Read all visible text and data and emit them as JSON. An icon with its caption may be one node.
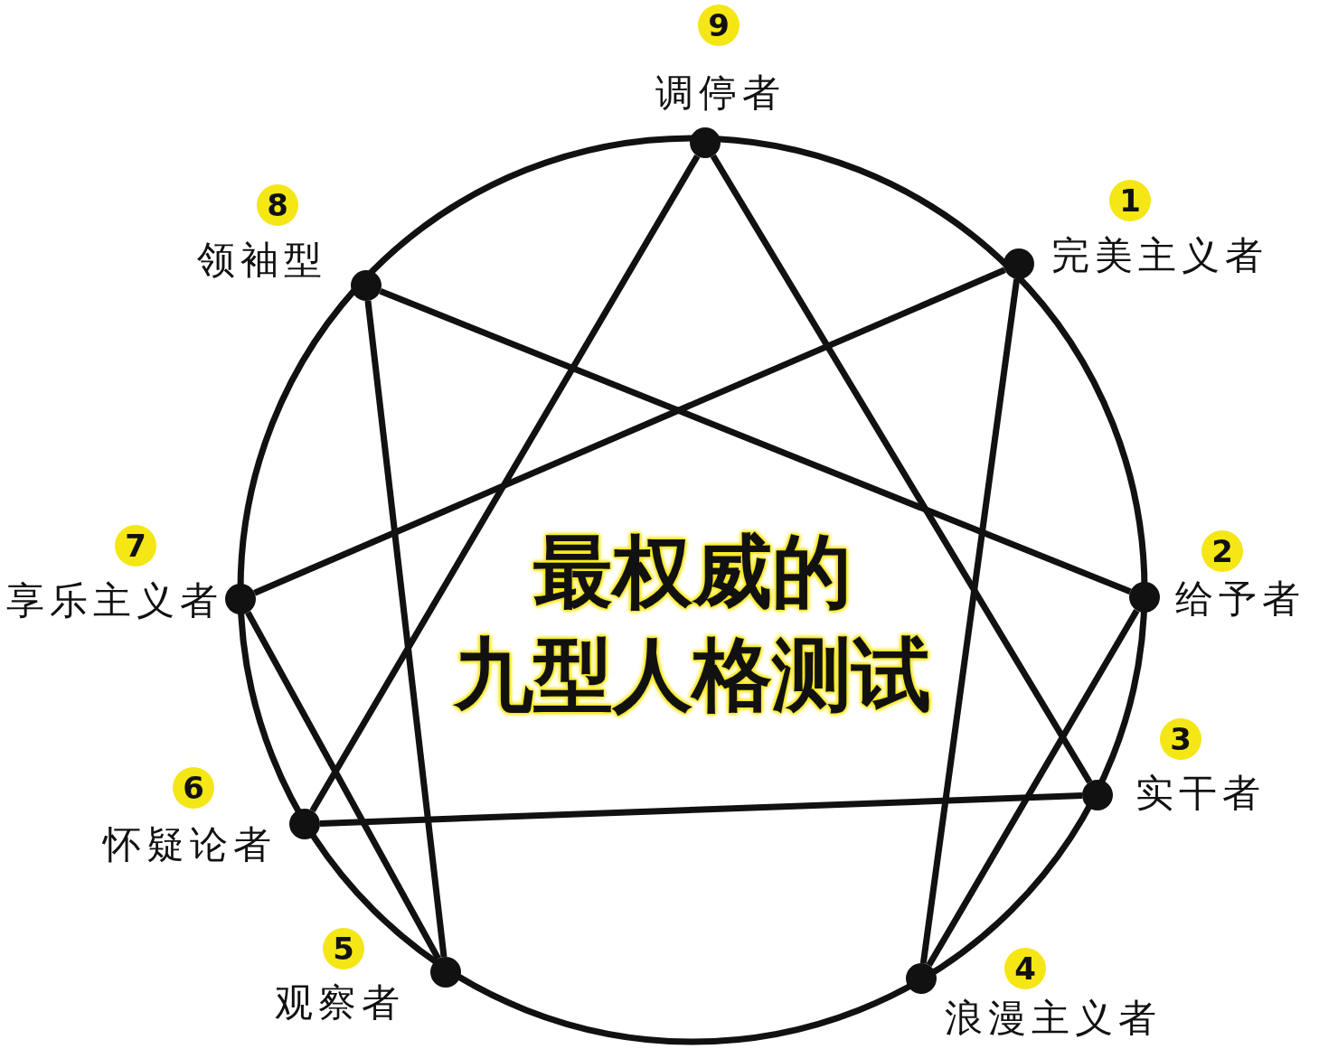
{
  "diagram": {
    "title": "最权威的九型人格测试",
    "nodes": [
      {
        "text": [
          "9",
          "调停者"
        ]
      },
      {
        "text": [
          "8",
          "领袖型"
        ]
      },
      {
        "text": [
          "1",
          "完美主义者"
        ]
      },
      {
        "text": [
          "7",
          "享乐主义者"
        ]
      },
      {
        "text": [
          "2",
          "给予者"
        ]
      },
      {
        "text": [
          "3",
          "实干者"
        ]
      },
      {
        "text": [
          "6",
          "怀疑论者"
        ]
      },
      {
        "text": [
          "5",
          "观察者"
        ]
      },
      {
        "text": [
          "4",
          "浪漫主义者"
        ]
      }
    ],
    "edges": [
      {
        "from": 0,
        "to": 5,
        "arrow": "none"
      },
      {
        "from": 0,
        "to": 6,
        "arrow": "none"
      },
      {
        "from": 5,
        "to": 6,
        "arrow": "none"
      },
      {
        "from": 2,
        "to": 8,
        "arrow": "none"
      },
      {
        "from": 8,
        "to": 4,
        "arrow": "none"
      },
      {
        "from": 4,
        "to": 1,
        "arrow": "none"
      },
      {
        "from": 1,
        "to": 7,
        "arrow": "none"
      },
      {
        "from": 7,
        "to": 3,
        "arrow": "none"
      },
      {
        "from": 3,
        "to": 2,
        "arrow": "none"
      }
    ]
  }
}
